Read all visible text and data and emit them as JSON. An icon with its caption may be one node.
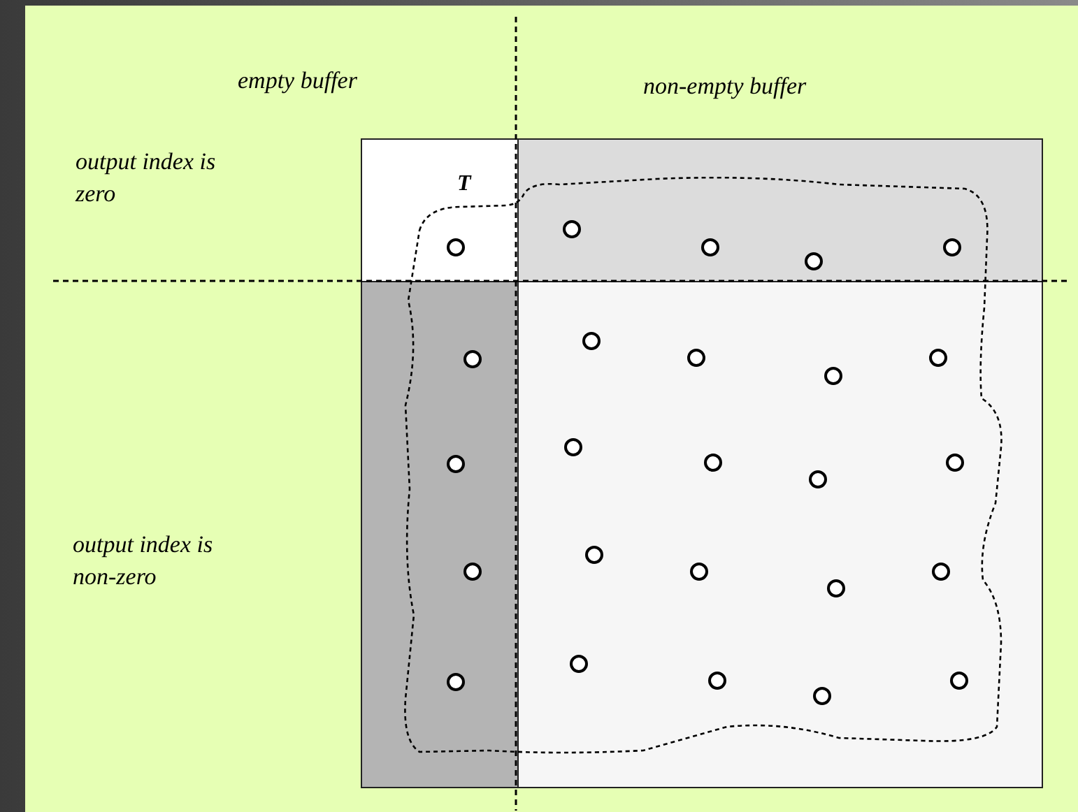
{
  "diagram": {
    "nodes": [
      {
        "text": [
          "T"
        ]
      },
      {
        "text": [],
        "shape": "box"
      },
      {
        "text": [],
        "shape": "box"
      },
      {
        "text": [],
        "shape": "box"
      }
    ],
    "edges": [],
    "labels": [
      "empty buffer",
      "non-empty buffer",
      "output index is zero",
      "output index is non-zero"
    ]
  }
}
